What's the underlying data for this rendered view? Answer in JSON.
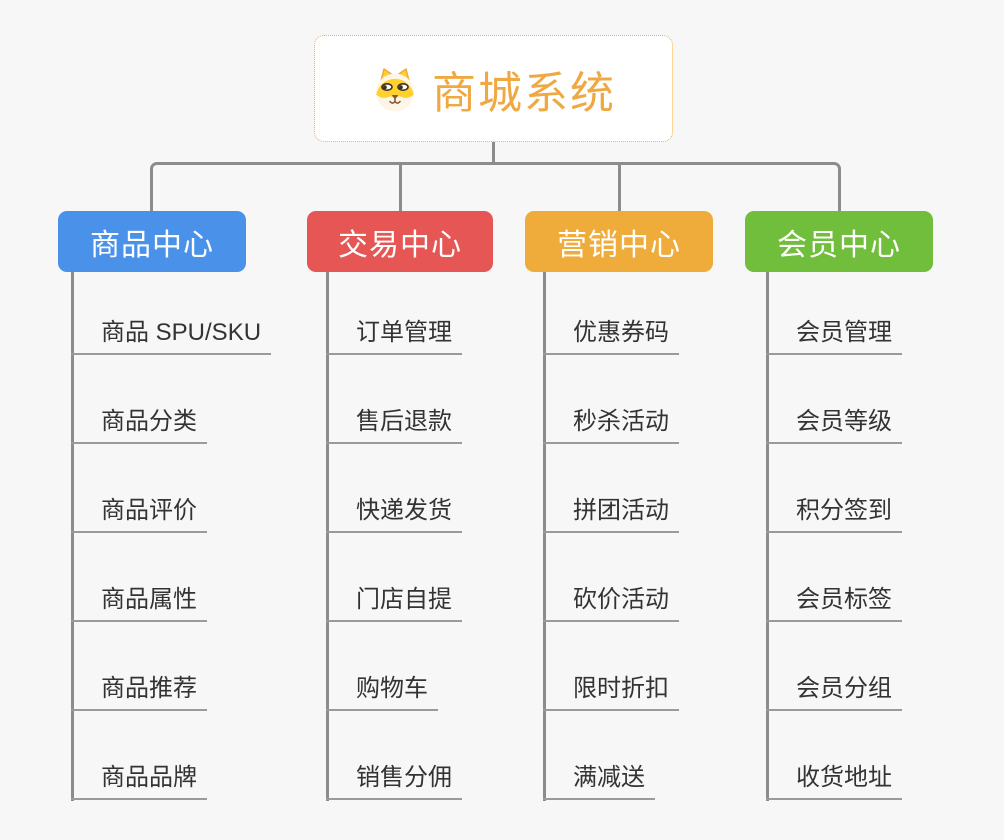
{
  "root": {
    "title": "商城系统",
    "icon": "dog-face-icon"
  },
  "colors": {
    "page_bg": "#F7F7F7",
    "connector": "#8C8C8C",
    "underline": "#9A9A9A",
    "leaf_text": "#333333",
    "root_accent": "#F0A843",
    "root_border": "#EDAD4E"
  },
  "branches": [
    {
      "label": "商品中心",
      "color": "#4A92E9",
      "children": [
        "商品 SPU/SKU",
        "商品分类",
        "商品评价",
        "商品属性",
        "商品推荐",
        "商品品牌"
      ]
    },
    {
      "label": "交易中心",
      "color": "#E65654",
      "children": [
        "订单管理",
        "售后退款",
        "快递发货",
        "门店自提",
        "购物车",
        "销售分佣"
      ]
    },
    {
      "label": "营销中心",
      "color": "#EFAC3B",
      "children": [
        "优惠券码",
        "秒杀活动",
        "拼团活动",
        "砍价活动",
        "限时折扣",
        "满减送"
      ]
    },
    {
      "label": "会员中心",
      "color": "#70BE3C",
      "children": [
        "会员管理",
        "会员等级",
        "积分签到",
        "会员标签",
        "会员分组",
        "收货地址"
      ]
    }
  ]
}
